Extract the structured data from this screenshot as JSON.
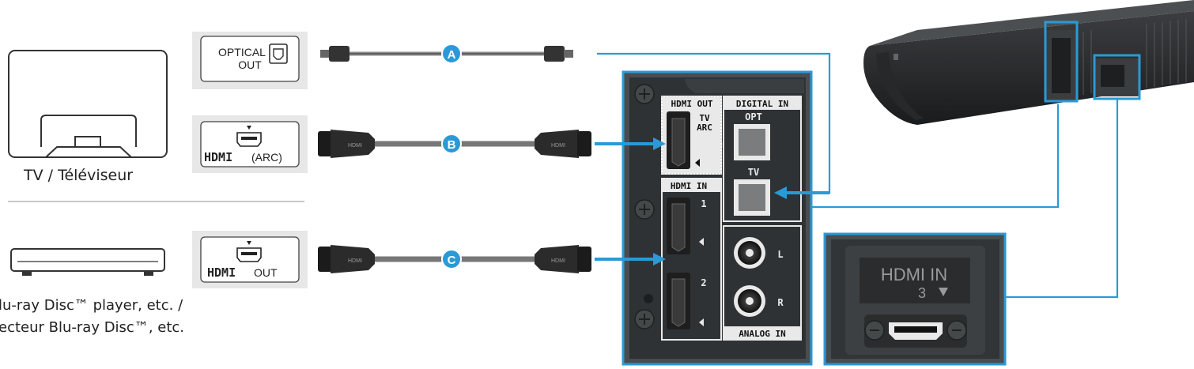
{
  "colors": {
    "accent_blue": "#2a9ad6",
    "background": "#ffffff",
    "panel_dark": "#2f3234",
    "device_outline": "#333333"
  },
  "devices": {
    "tv_label": "TV / Téléviseur",
    "bluray_label_line1": "lu-ray Disc™ player, etc. /",
    "bluray_label_line2": "ecteur Blu-ray Disc™, etc."
  },
  "source_ports": {
    "optical_out_line1": "OPTICAL",
    "optical_out_line2": "OUT",
    "hdmi_arc_logo": "HDMI",
    "hdmi_arc_suffix": "(ARC)",
    "hdmi_out_logo": "HDMI",
    "hdmi_out_suffix": "OUT"
  },
  "cables": [
    {
      "marker": "A",
      "type": "optical"
    },
    {
      "marker": "B",
      "type": "hdmi"
    },
    {
      "marker": "C",
      "type": "hdmi"
    }
  ],
  "rear_panel": {
    "hdmi_out_label": "HDMI OUT",
    "tv_arc_line1": "TV",
    "tv_arc_line2": "ARC",
    "digital_in_label": "DIGITAL IN",
    "opt_label": "OPT",
    "tv_label": "TV",
    "hdmi_in_label": "HDMI IN",
    "hdmi_in_1": "1",
    "hdmi_in_2": "2",
    "analog_l": "L",
    "analog_r": "R",
    "analog_in_label": "ANALOG IN"
  },
  "side_panel": {
    "hdmi_in_line1": "HDMI IN",
    "hdmi_in_line2": "3"
  },
  "icons": [
    "optical-port-icon",
    "hdmi-port-icon",
    "hdmi-logo-icon",
    "optical-plug-icon",
    "hdmi-plug-icon",
    "rca-jack-icon",
    "screw-icon",
    "arrow-icon",
    "soundbar-icon",
    "tv-icon",
    "bluray-player-icon"
  ]
}
